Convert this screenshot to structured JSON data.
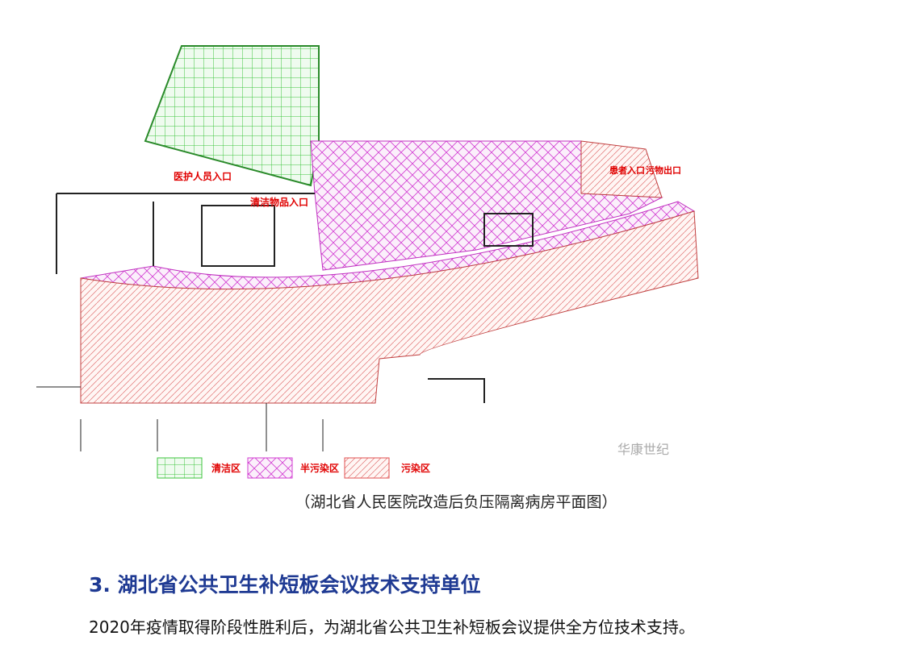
{
  "figure": {
    "entrances": {
      "staff": "医护人员入口",
      "cleaning": "清洁物品入口",
      "patient": "患者入口",
      "waste": "污物出口"
    },
    "legend": [
      {
        "label": "清洁区",
        "color": "#3cc43c"
      },
      {
        "label": "半污染区",
        "color": "#d23cd2"
      },
      {
        "label": "污染区",
        "color": "#e05050"
      }
    ],
    "watermark": "华康世纪"
  },
  "caption": "（湖北省人民医院改造后负压隔离病房平面图）",
  "section": {
    "heading": "3. 湖北省公共卫生补短板会议技术支持单位",
    "body": "2020年疫情取得阶段性胜利后，为湖北省公共卫生补短板会议提供全方位技术支持。"
  }
}
